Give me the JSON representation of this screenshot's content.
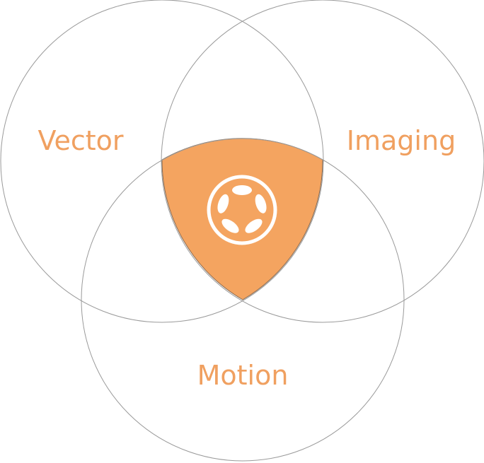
{
  "diagram": {
    "labels": {
      "vector": "Vector",
      "imaging": "Imaging",
      "motion": "Motion"
    },
    "center_icon": "five-petal-ring-logo-icon",
    "colors": {
      "accent": "#f4a460",
      "label": "#f0a060",
      "outline": "#9a9a9a",
      "icon": "#ffffff"
    }
  }
}
